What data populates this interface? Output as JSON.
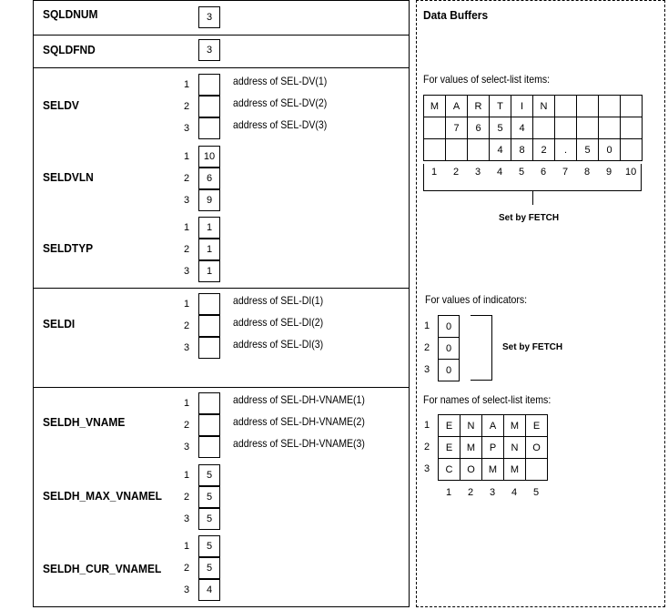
{
  "left": {
    "fields": [
      {
        "name": "SQLDNUM",
        "values": [
          "3"
        ]
      },
      {
        "name": "SQLDFND",
        "values": [
          "3"
        ]
      },
      {
        "name": "SELDV",
        "values": [
          "",
          "",
          ""
        ],
        "notes": [
          "address  of SEL-DV(1)",
          "address  of SEL-DV(2)",
          "address  of SEL-DV(3)"
        ]
      },
      {
        "name": "SELDVLN",
        "values": [
          "10",
          "6",
          "9"
        ]
      },
      {
        "name": "SELDTYP",
        "values": [
          "1",
          "1",
          "1"
        ]
      },
      {
        "name": "SELDI",
        "values": [
          "",
          "",
          ""
        ],
        "notes": [
          "address  of SEL-DI(1)",
          "address  of SEL-DI(2)",
          "address  of SEL-DI(3)"
        ]
      },
      {
        "name": "SELDH_VNAME",
        "values": [
          "",
          "",
          ""
        ],
        "notes": [
          "address  of SEL-DH-VNAME(1)",
          "address  of SEL-DH-VNAME(2)",
          "address  of SEL-DH-VNAME(3)"
        ]
      },
      {
        "name": "SELDH_MAX_VNAMEL",
        "values": [
          "5",
          "5",
          "5"
        ]
      },
      {
        "name": "SELDH_CUR_VNAMEL",
        "values": [
          "5",
          "5",
          "4"
        ]
      }
    ],
    "indices": [
      "1",
      "2",
      "3"
    ]
  },
  "right": {
    "title": "Data Buffers",
    "values_caption": "For values  of select-list  items:",
    "values_grid": [
      [
        "M",
        "A",
        "R",
        "T",
        "I",
        "N",
        "",
        "",
        "",
        ""
      ],
      [
        "",
        "7",
        "6",
        "5",
        "4",
        "",
        "",
        "",
        "",
        ""
      ],
      [
        "",
        "",
        "",
        "4",
        "8",
        "2",
        ".",
        "5",
        "0",
        ""
      ]
    ],
    "values_cols": [
      "1",
      "2",
      "3",
      "4",
      "5",
      "6",
      "7",
      "8",
      "9",
      "10"
    ],
    "set_by_fetch_1": "Set by FETCH",
    "indicators_caption": "For values  of indicators:",
    "indicators": [
      "0",
      "0",
      "0"
    ],
    "set_by_fetch_2": "Set by FETCH",
    "names_caption": "For names of select-list  items:",
    "names_grid": [
      [
        "E",
        "N",
        "A",
        "M",
        "E"
      ],
      [
        "E",
        "M",
        "P",
        "N",
        "O"
      ],
      [
        "C",
        "O",
        "M",
        "M",
        ""
      ]
    ],
    "names_cols": [
      "1",
      "2",
      "3",
      "4",
      "5"
    ]
  }
}
